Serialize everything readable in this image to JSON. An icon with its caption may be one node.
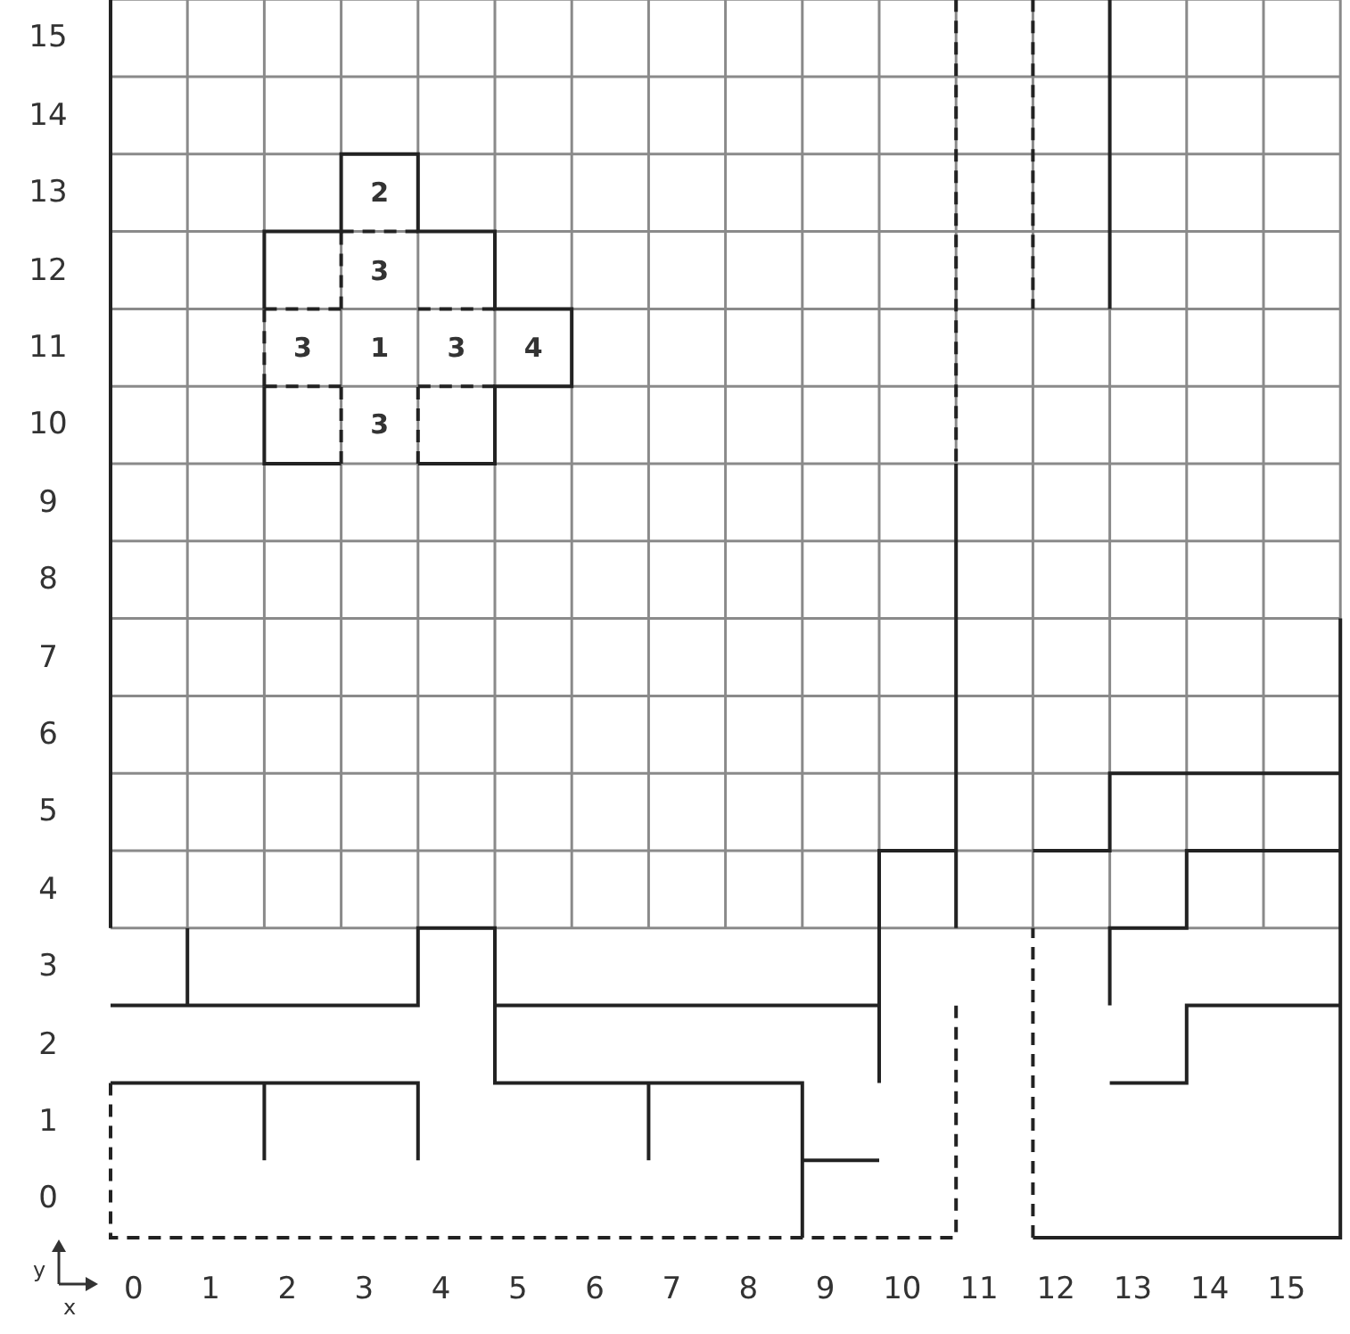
{
  "diagram": {
    "labels": [
      "15",
      "14",
      "13",
      "2",
      "12",
      "3",
      "11",
      "3",
      "1",
      "3",
      "4",
      "10",
      "3",
      "9",
      "8",
      "7",
      "6",
      "5",
      "4",
      "3",
      "2",
      "1",
      "0",
      "y",
      "x",
      "0",
      "1",
      "2",
      "3",
      "4",
      "5",
      "6",
      "7",
      "8",
      "9",
      "10",
      "11",
      "12",
      "13",
      "14",
      "15"
    ]
  }
}
